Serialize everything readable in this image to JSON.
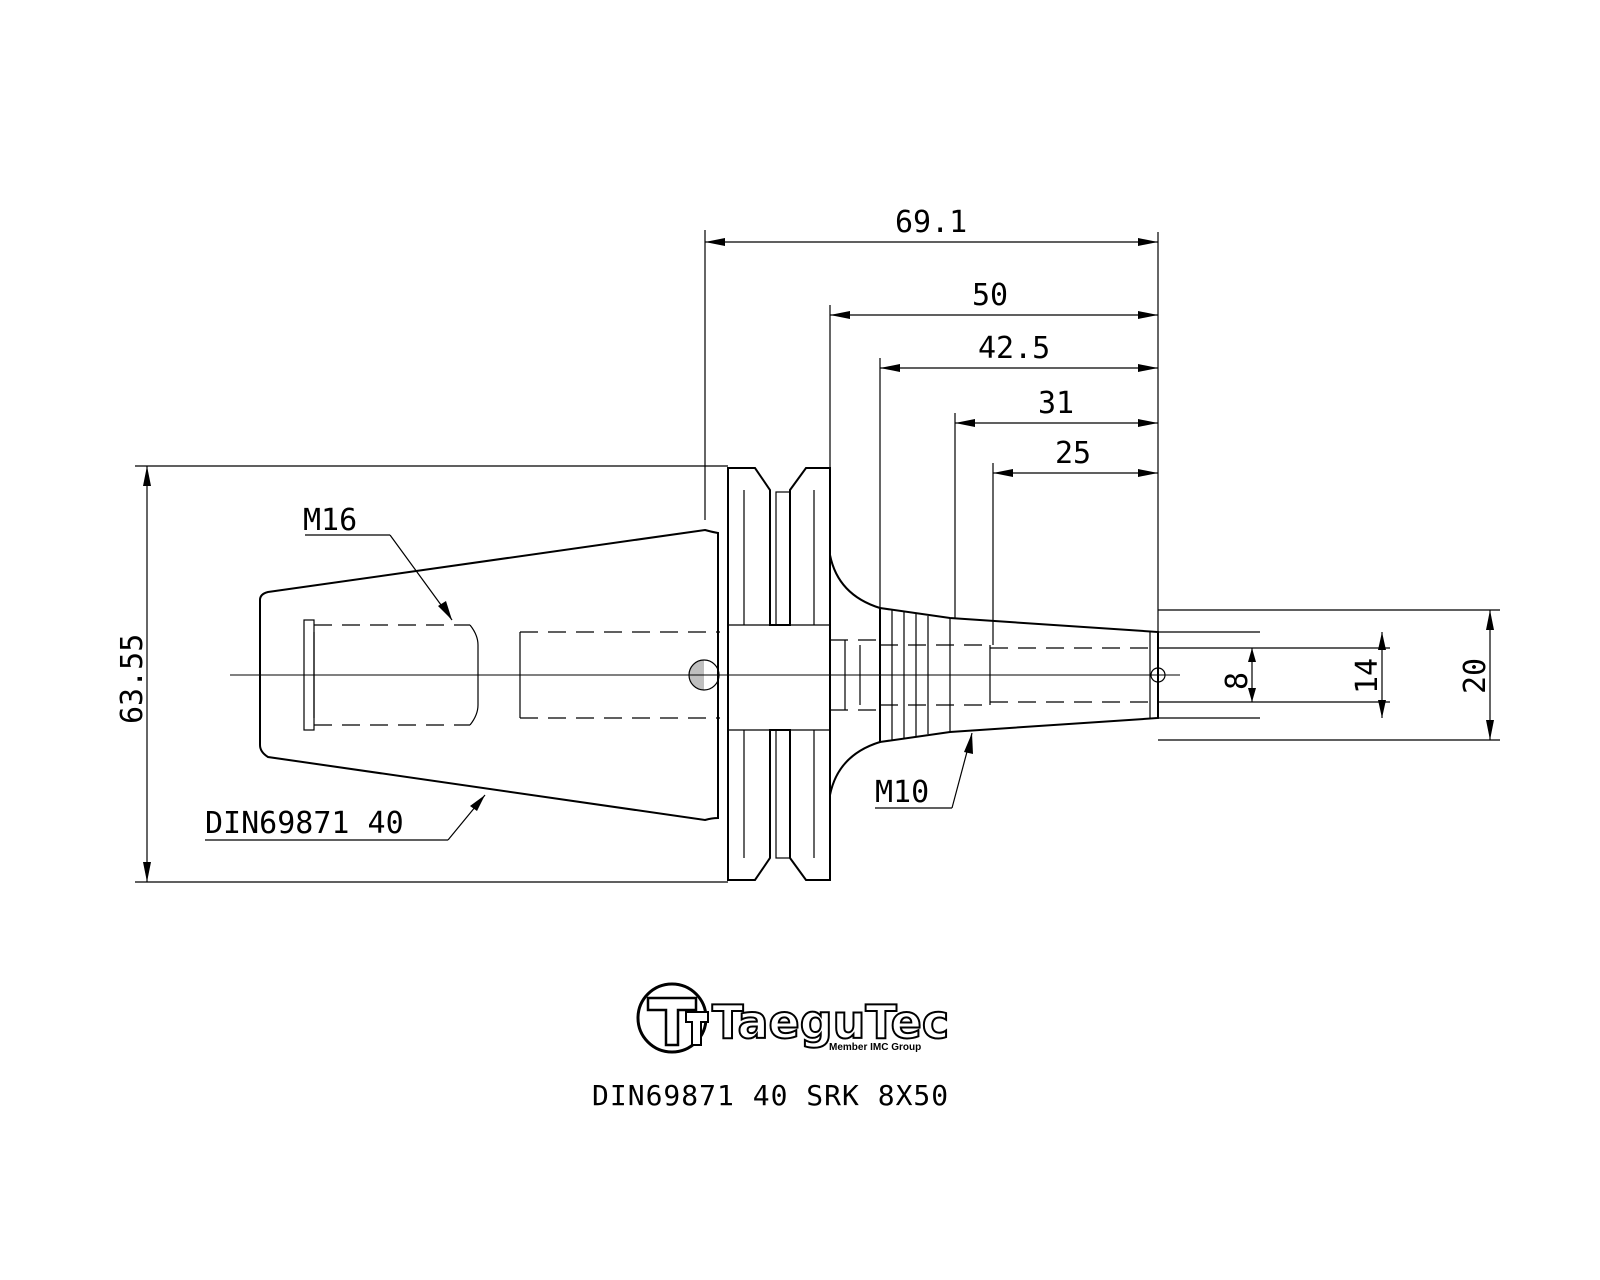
{
  "dimensions": {
    "d_69_1": "69.1",
    "d_50": "50",
    "d_42_5": "42.5",
    "d_31": "31",
    "d_25": "25",
    "d_63_55": "63.55",
    "d_8": "8",
    "d_14": "14",
    "d_20": "20"
  },
  "labels": {
    "m16": "M16",
    "m10": "M10",
    "taper": "DIN69871 40"
  },
  "logo": {
    "name": "TaeguTec",
    "tagline": "Member IMC Group"
  },
  "caption": "DIN69871 40 SRK 8X50"
}
